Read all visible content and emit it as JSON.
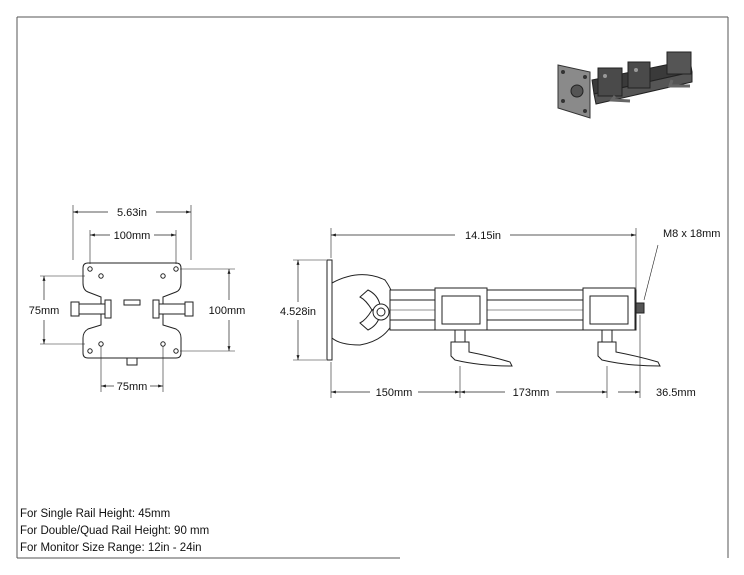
{
  "dimensions": {
    "front_width": "5.63in",
    "front_hole_top": "100mm",
    "front_hole_left": "75mm",
    "front_hole_right": "100mm",
    "front_hole_bottom": "75mm",
    "side_length": "14.15in",
    "side_bolt": "M8 x 18mm",
    "side_height": "4.528in",
    "side_seg_1": "150mm",
    "side_seg_2": "173mm",
    "side_seg_3": "36.5mm"
  },
  "notes": [
    "For Single Rail Height: 45mm",
    "For Double/Quad Rail Height: 90 mm",
    "For Monitor Size Range: 12in - 24in"
  ],
  "colors": {
    "line": "#222222",
    "frame": "#555555",
    "render_dark": "#3a3a3a",
    "render_mid": "#7a7a7a"
  }
}
